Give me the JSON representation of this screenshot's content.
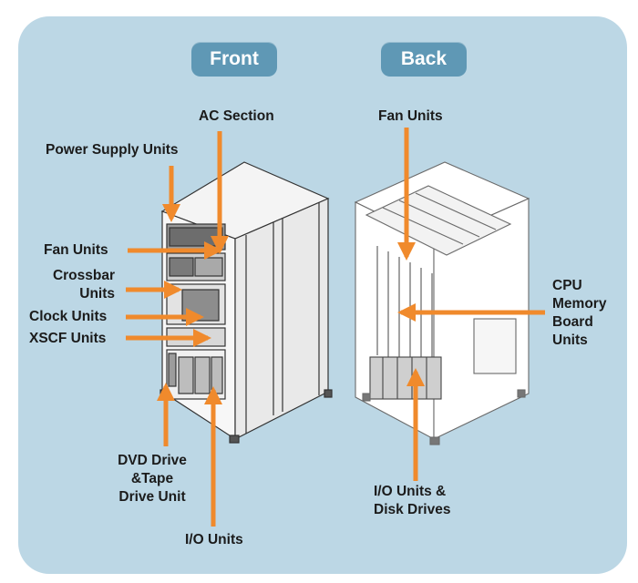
{
  "views": {
    "front": "Front",
    "back": "Back"
  },
  "labels": {
    "ac_section": "AC Section",
    "power_supply_units": "Power Supply Units",
    "fan_units_front": "Fan Units",
    "crossbar_units_line1": "Crossbar",
    "crossbar_units_line2": "Units",
    "clock_units": "Clock Units",
    "xscf_units": "XSCF Units",
    "dvd_line1": "DVD Drive",
    "dvd_line2": "&Tape",
    "dvd_line3": "Drive Unit",
    "io_units_front": "I/O Units",
    "fan_units_back": "Fan Units",
    "cpu_line1": "CPU",
    "cpu_line2": "Memory",
    "cpu_line3": "Board",
    "cpu_line4": "Units",
    "io_back_line1": "I/O Units &",
    "io_back_line2": "Disk Drives"
  },
  "colors": {
    "panel": "#bcd7e5",
    "pill": "#5f98b5",
    "arrow": "#f08a2c"
  }
}
